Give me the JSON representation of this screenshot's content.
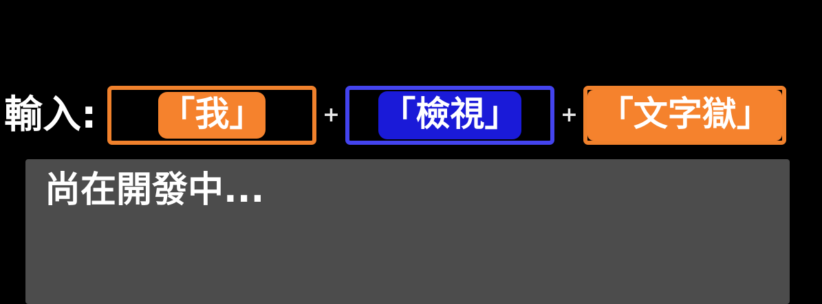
{
  "window": {
    "background_color": "#000000"
  },
  "input_row": {
    "label": "輸入:",
    "label_color": "#FFFFFF",
    "separator": "+",
    "separator_color": "#E8E8E8",
    "tokens": [
      {
        "text": "「我」",
        "border_color": "#F0812C",
        "chip_color": "#F5822D",
        "text_color": "#FFFFFF",
        "style": "orange"
      },
      {
        "text": "「檢視」",
        "border_color": "#4343EE",
        "chip_color": "#1A1AD8",
        "text_color": "#FFFFFF",
        "style": "blue"
      },
      {
        "text": "「文字獄」",
        "border_color": "#F0812C",
        "chip_color": "#F5822D",
        "text_color": "#FFFFFF",
        "style": "orange"
      }
    ]
  },
  "output_panel": {
    "background_color": "#4C4C4C",
    "message": "尚在開發中...",
    "message_color": "#FFFFFF"
  }
}
